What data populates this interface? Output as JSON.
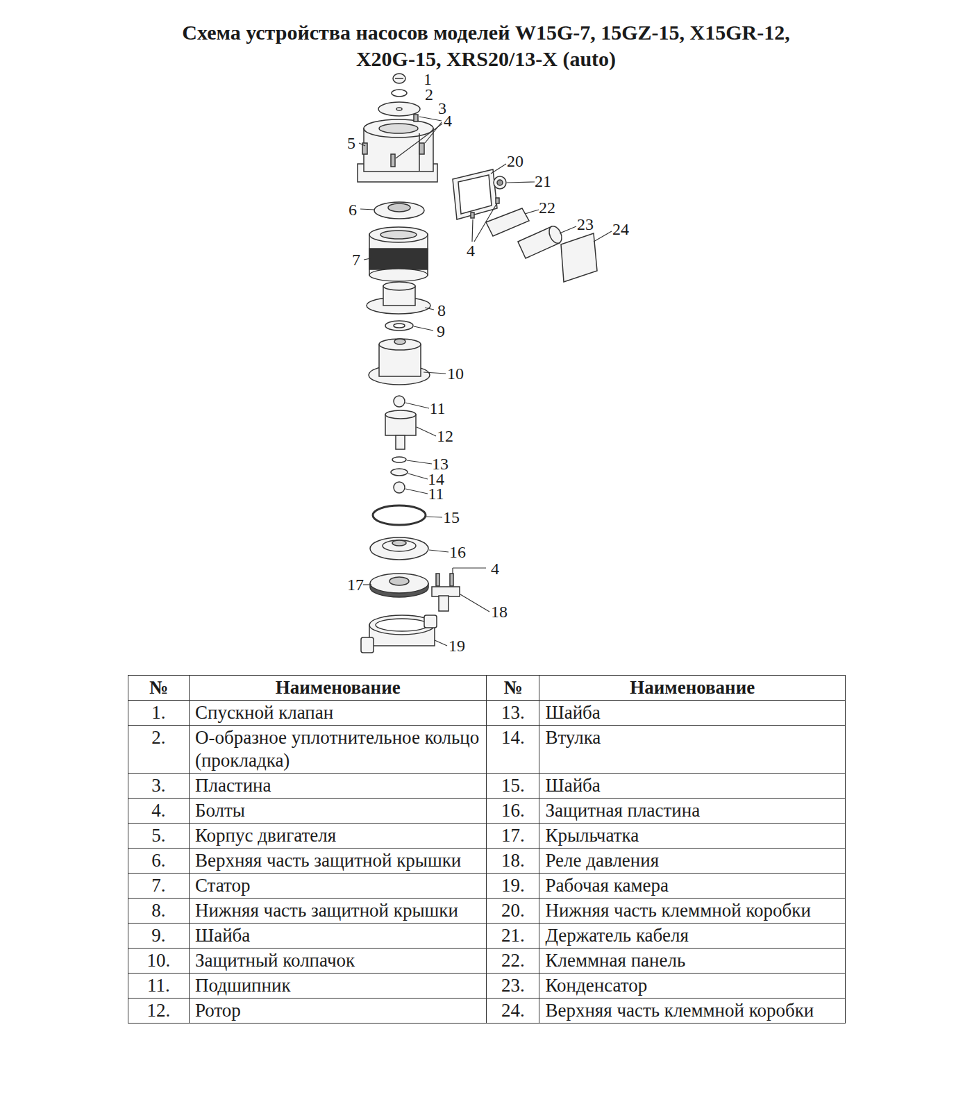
{
  "diagram": {
    "title": "Схема устройства насосов моделей W15G-7, 15GZ-15, X15GR-12, X20G-15, XRS20/13-X (auto)",
    "labels": [
      "1",
      "2",
      "3",
      "4",
      "5",
      "20",
      "21",
      "6",
      "22",
      "4",
      "23",
      "24",
      "7",
      "8",
      "9",
      "10",
      "11",
      "12",
      "13",
      "14",
      "11",
      "15",
      "16",
      "4",
      "17",
      "18",
      "19",
      "№",
      "Наименование",
      "№",
      "Наименование",
      "1.",
      "Спускной клапан",
      "13.",
      "Шайба",
      "2.",
      "О-образное уплотнительное кольцо (прокладка)",
      "14.",
      "Втулка",
      "3.",
      "Пластина",
      "15.",
      "Шайба",
      "4.",
      "Болты",
      "16.",
      "Защитная пластина",
      "5.",
      "Корпус двигателя",
      "17.",
      "Крыльчатка",
      "6.",
      "Верхняя часть защитной крышки",
      "18.",
      "Реле давления",
      "7.",
      "Статор",
      "19.",
      "Рабочая камера",
      "8.",
      "Нижняя часть защитной крышки",
      "20.",
      "Нижняя часть клеммной коробки",
      "9.",
      "Шайба",
      "21.",
      "Держатель кабеля",
      "10.",
      "Защитный колпачок",
      "22.",
      "Клеммная панель",
      "11.",
      "Подшипник",
      "23.",
      "Конденсатор",
      "12.",
      "Ротор",
      "24.",
      "Верхняя часть клеммной коробки"
    ]
  }
}
